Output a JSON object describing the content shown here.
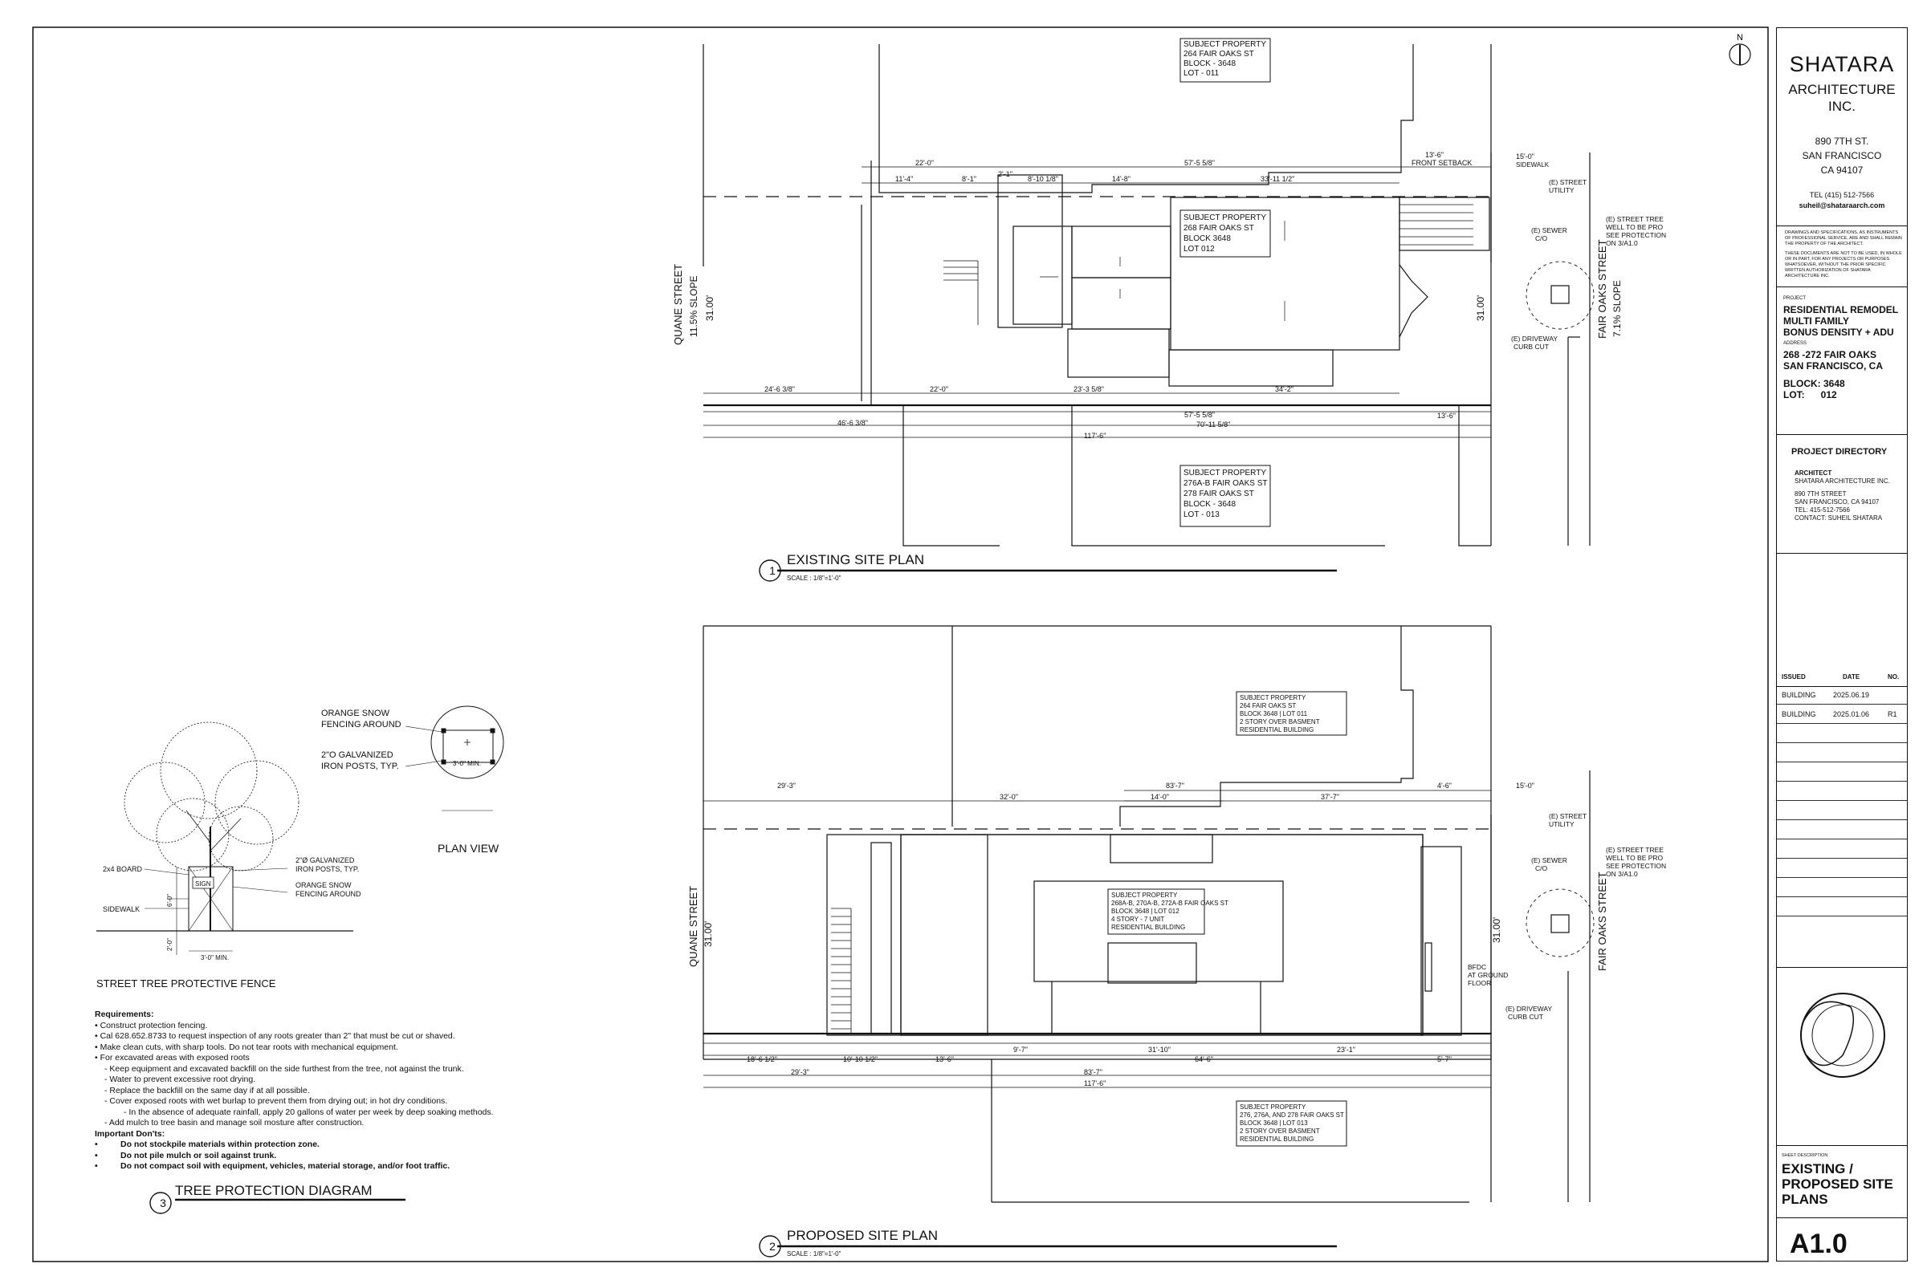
{
  "title_block": {
    "firm_name": "SHATARA",
    "firm_line2": "ARCHITECTURE",
    "firm_line3": "INC.",
    "address1": "890 7TH ST.",
    "address2": "SAN FRANCISCO",
    "address3": "CA 94107",
    "tel": "TEL (415) 512-7566",
    "email": "suheil@shataraarch.com",
    "disclaimer1": "DRAWINGS AND SPECIFICATIONS, AS INSTRUMENTS OF PROFESSIONAL SERVICE, ARE AND SHALL REMAIN THE PROPERTY OF THE ARCHITECT.",
    "disclaimer2": "THESE DOCUMENTS ARE NOT TO BE USED, IN WHOLE OR IN PART, FOR ANY PROJECTS OR PURPOSES WHATSOEVER, WITHOUT THE PRIOR SPECIFIC WRITTEN AUTHORIZATION OF SHATARA ARCHITECTURE INC.",
    "project_label": "PROJECT",
    "project1": "RESIDENTIAL REMODEL",
    "project2": "MULTI FAMILY",
    "project3": "BONUS DENSITY + ADU",
    "address_label": "ADDRESS",
    "project_address1": "268 -272 FAIR OAKS",
    "project_address2": "SAN FRANCISCO, CA",
    "block": "BLOCK: 3648",
    "lot": "LOT:      012",
    "directory_title": "PROJECT DIRECTORY",
    "directory_role": "ARCHITECT",
    "directory_lines": [
      "SHATARA ARCHITECTURE INC.",
      "",
      "890 7TH STREET",
      "SAN FRANCISCO, CA 94107",
      "TEL: 415-512-7566",
      "CONTACT:  SUHEIL SHATARA"
    ],
    "issued_headers": [
      "ISSUED",
      "DATE",
      "NO."
    ],
    "issued_rows": [
      [
        "BUILDING",
        "2025.06.19",
        ""
      ],
      [
        "BUILDING",
        "2025.01.06",
        "R1"
      ]
    ],
    "sheet_desc_label": "SHEET DESCRIPTION",
    "sheet_desc": [
      "EXISTING /",
      "PROPOSED SITE",
      "PLANS"
    ],
    "sheet_number": "A1.0"
  },
  "existing_plan": {
    "title": "EXISTING SITE PLAN",
    "number": "1",
    "scale": "SCALE : 1/8\"=1'-0\"",
    "street_left": "QUANE STREET",
    "slope_left": "11.5% SLOPE",
    "street_right": "FAIR OAKS STREET",
    "slope_right": "7.1% SLOPE",
    "width_dim": "31.00'",
    "north_label": "N",
    "prop_north": [
      "SUBJECT PROPERTY",
      "264 FAIR OAKS ST",
      "BLOCK - 3648",
      "LOT - 011"
    ],
    "prop_subject": [
      "SUBJECT PROPERTY",
      "268 FAIR OAKS ST",
      "BLOCK 3648",
      "LOT 012"
    ],
    "prop_south": [
      "SUBJECT PROPERTY",
      "276A-B FAIR OAKS ST",
      "278 FAIR OAKS ST",
      "BLOCK - 3648",
      "LOT - 013"
    ],
    "dims_top": [
      "22'-0\"",
      "57'-5 5/8\"",
      "13'-6\"",
      "15'-0\"",
      "11'-4\"",
      "8'-1\"",
      "2'-1\"",
      "8'-10 1/8\"",
      "14'-8\"",
      "33'-11 1/2\""
    ],
    "front_setback": "FRONT SETBACK",
    "sidewalk": "SIDEWALK",
    "dims_bottom": [
      "24'-6 3/8\"",
      "22'-0\"",
      "23'-3 5/8\"",
      "34'-2\"",
      "57'-5 5/8\"",
      "46'-6 3/8\"",
      "70'-11 5/8\"",
      "13'-6\"",
      "117'-6\""
    ],
    "utility_notes": [
      "(E) STREET",
      "UTILITY",
      "(E) SEWER",
      "C/O",
      "(E) DRIVEWAY",
      "CURB CUT"
    ],
    "tree_note": [
      "(E) STREET TREE",
      "WELL TO BE PRO",
      "SEE PROTECTION",
      "ON 3/A1.0"
    ]
  },
  "proposed_plan": {
    "title": "PROPOSED SITE PLAN",
    "number": "2",
    "scale": "SCALE : 1/8\"=1'-0\"",
    "street_left": "QUANE STREET",
    "street_right": "FAIR OAKS STREET",
    "width_dim": "31.00'",
    "prop_north": [
      "SUBJECT PROPERTY",
      "264 FAIR OAKS ST",
      "BLOCK 3648 | LOT 011",
      "2 STORY OVER BASMENT",
      "RESIDENTIAL BUILDING"
    ],
    "prop_subject": [
      "SUBJECT PROPERTY",
      "268A-B, 270A-B, 272A-B FAIR OAKS ST",
      "BLOCK 3648 | LOT 012",
      "4 STORY - 7 UNIT",
      "RESIDENTIAL BUILDING"
    ],
    "prop_south": [
      "SUBJECT PROPERTY",
      "276, 276A, AND 278 FAIR OAKS ST",
      "BLOCK 3648 | LOT 013",
      "2 STORY OVER BASMENT",
      "RESIDENTIAL BUILDING"
    ],
    "dims_top": [
      "29'-3\"",
      "83'-7\"",
      "4'-6\"",
      "15'-0\"",
      "32'-0\"",
      "14'-0\"",
      "37'-7\""
    ],
    "dims_bottom": [
      "18'-6 1/2\"",
      "10'-10 1/2\"",
      "13'-6\"",
      "9'-7\"",
      "31'-10\"",
      "64'-6\"",
      "23'-1\"",
      "5'-7\"",
      "29'-3\"",
      "83'-7\"",
      "117'-6\""
    ],
    "bfdc": [
      "BFDC",
      "AT GROUND",
      "FLOOR"
    ],
    "utility_notes": [
      "(E) STREET",
      "UTILITY",
      "(E) SEWER",
      "C/O",
      "(E) DRIVEWAY",
      "CURB CUT"
    ],
    "tree_note": [
      "(E) STREET TREE",
      "WELL TO BE PRO",
      "SEE PROTECTION",
      "ON 3/A1.0"
    ]
  },
  "tree_diagram": {
    "title": "TREE PROTECTION DIAGRAM",
    "number": "3",
    "fence_title": "STREET TREE PROTECTIVE FENCE",
    "plan_view": "PLAN VIEW",
    "plan_labels": [
      "ORANGE SNOW",
      "FENCING AROUND",
      "2\"O GALVANIZED",
      "IRON POSTS, TYP."
    ],
    "plan_dim": "3'-0\" MIN.",
    "elev_labels": [
      "2\"Ø GALVANIZED",
      "IRON POSTS, TYP.",
      "ORANGE SNOW",
      "FENCING AROUND",
      "2x4 BOARD",
      "SIDEWALK",
      "SIGN",
      "6'-0\"",
      "2'-0\"",
      "3'-0\" MIN."
    ],
    "requirements_title": "Requirements:",
    "requirements": [
      "• Construct protection fencing.",
      "• Cal 628.652.8733 to request inspection of any roots greater than 2\" that must be cut or shaved.",
      "• Make clean cuts, with sharp tools. Do not tear roots with mechanical equipment.",
      "• For excavated areas with exposed roots"
    ],
    "sub_items": [
      "- Keep equipment and excavated backfill on the side furthest from the tree, not against the trunk.",
      "- Water to prevent excessive root drying.",
      "- Replace the backfill on the same day if at all possible.",
      "- Cover exposed roots with wet burlap to prevent them from drying out; in hot dry conditions."
    ],
    "sub_sub": "- In the absence of adequate rainfall, apply 20 gallons of water per week by deep soaking methods.",
    "last_sub": "- Add mulch to tree basin and manage soil mosture after construction.",
    "donts_title": "Important Don'ts:",
    "donts": [
      "Do not stockpile materials within protection zone.",
      "Do not pile mulch or soil against trunk.",
      "Do not compact soil with equipment, vehicles, material storage, and/or foot traffic."
    ]
  }
}
